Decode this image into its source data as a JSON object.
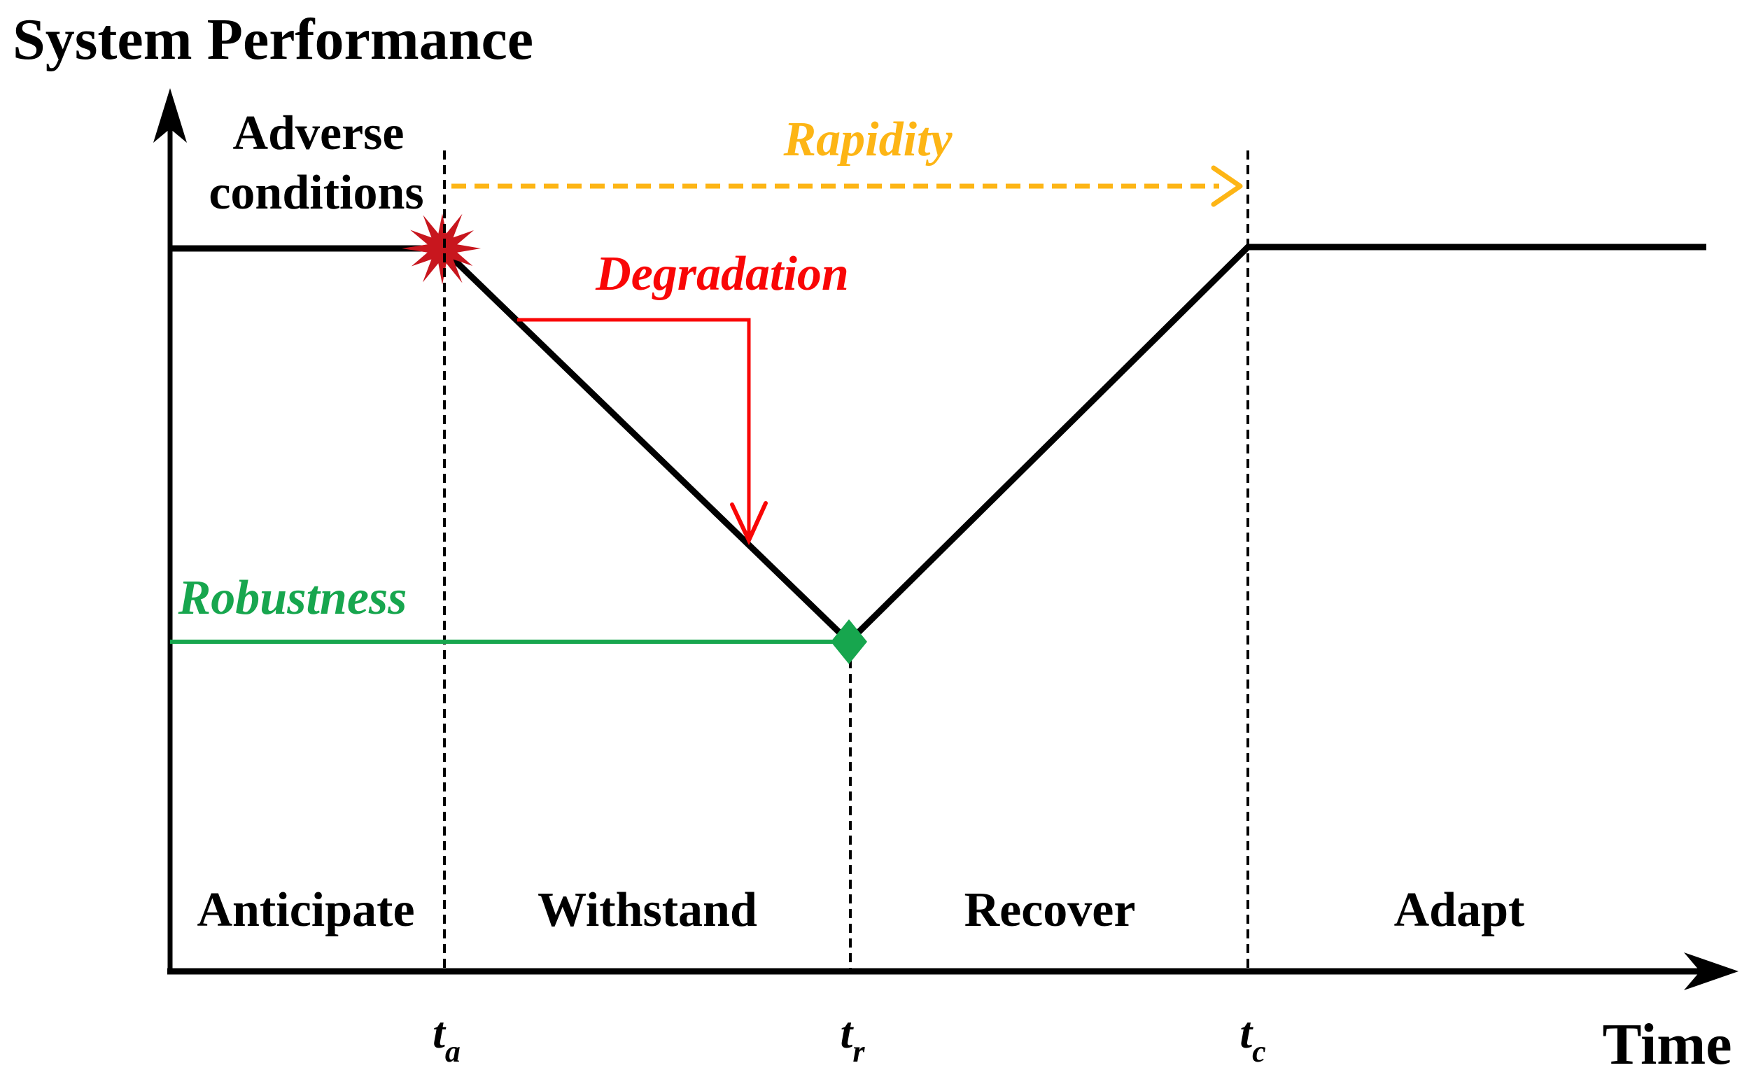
{
  "figure": {
    "y_axis_title": "System Performance",
    "x_axis_label": "Time"
  },
  "annotations": {
    "adverse": {
      "line1": "Adverse",
      "line2": "conditions"
    },
    "rapidity": "Rapidity",
    "degradation": "Degradation",
    "robustness": "Robustness"
  },
  "phases": [
    {
      "label": "Anticipate"
    },
    {
      "label": "Withstand"
    },
    {
      "label": "Recover"
    },
    {
      "label": "Adapt"
    }
  ],
  "time_markers": [
    {
      "symbol": "t",
      "subscript": "a"
    },
    {
      "symbol": "t",
      "subscript": "r"
    },
    {
      "symbol": "t",
      "subscript": "c"
    }
  ],
  "icons": {
    "shock_burst": "starburst-icon"
  },
  "colors": {
    "curve_black": "#000000",
    "rapidity_yellow": "#FDB515",
    "degradation_red": "#F90606",
    "robustness_green": "#17A64E",
    "shock_burst_red": "#C8161E",
    "background": "#FFFFFF"
  },
  "diagram_structure": {
    "type": "resilience-curve",
    "phase_boundaries": [
      "t_a",
      "t_r",
      "t_c"
    ],
    "curve_shape": "flat, drop at shock to minimum at t_r, recovery to t_c, flat"
  }
}
